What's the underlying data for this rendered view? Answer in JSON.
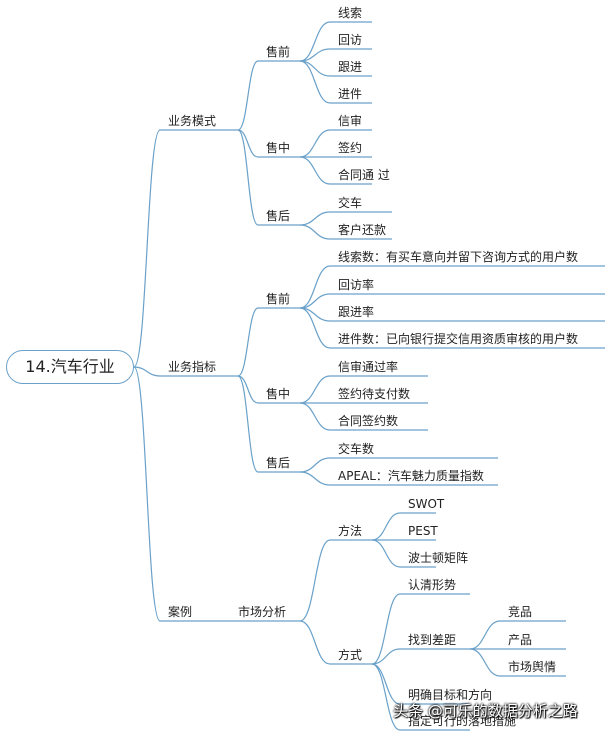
{
  "root": "14.汽车行业",
  "branches": [
    {
      "label": "业务模式",
      "children": [
        {
          "label": "售前",
          "children": [
            {
              "label": "线索"
            },
            {
              "label": "回访"
            },
            {
              "label": "跟进"
            },
            {
              "label": "进件"
            }
          ]
        },
        {
          "label": "售中",
          "children": [
            {
              "label": "信审"
            },
            {
              "label": "签约"
            },
            {
              "label": "合同通 过"
            }
          ]
        },
        {
          "label": "售后",
          "children": [
            {
              "label": "交车"
            },
            {
              "label": "客户还款"
            }
          ]
        }
      ]
    },
    {
      "label": "业务指标",
      "children": [
        {
          "label": "售前",
          "children": [
            {
              "label": "线索数：有买车意向并留下咨询方式的用户数"
            },
            {
              "label": "回访率"
            },
            {
              "label": "跟进率"
            },
            {
              "label": "进件数：已向银行提交信用资质审核的用户数"
            }
          ]
        },
        {
          "label": "售中",
          "children": [
            {
              "label": "信审通过率"
            },
            {
              "label": "签约待支付数"
            },
            {
              "label": "合同签约数"
            }
          ]
        },
        {
          "label": "售后",
          "children": [
            {
              "label": "交车数"
            },
            {
              "label": "APEAL：汽车魅力质量指数"
            }
          ]
        }
      ]
    },
    {
      "label": "案例",
      "children": [
        {
          "label": "市场分析",
          "children": [
            {
              "label": "方法",
              "children": [
                {
                  "label": "SWOT"
                },
                {
                  "label": "PEST"
                },
                {
                  "label": "波士顿矩阵"
                }
              ]
            },
            {
              "label": "方式",
              "children": [
                {
                  "label": "认清形势"
                },
                {
                  "label": "找到差距",
                  "children": [
                    {
                      "label": "竞品"
                    },
                    {
                      "label": "产品"
                    },
                    {
                      "label": "市场舆情"
                    }
                  ]
                },
                {
                  "label": "明确目标和方向"
                },
                {
                  "label": "指定可行的落地措施"
                }
              ]
            }
          ]
        }
      ]
    }
  ],
  "watermark": "头条 @可乐的数据分析之路",
  "line_color": "#6aa1c9"
}
